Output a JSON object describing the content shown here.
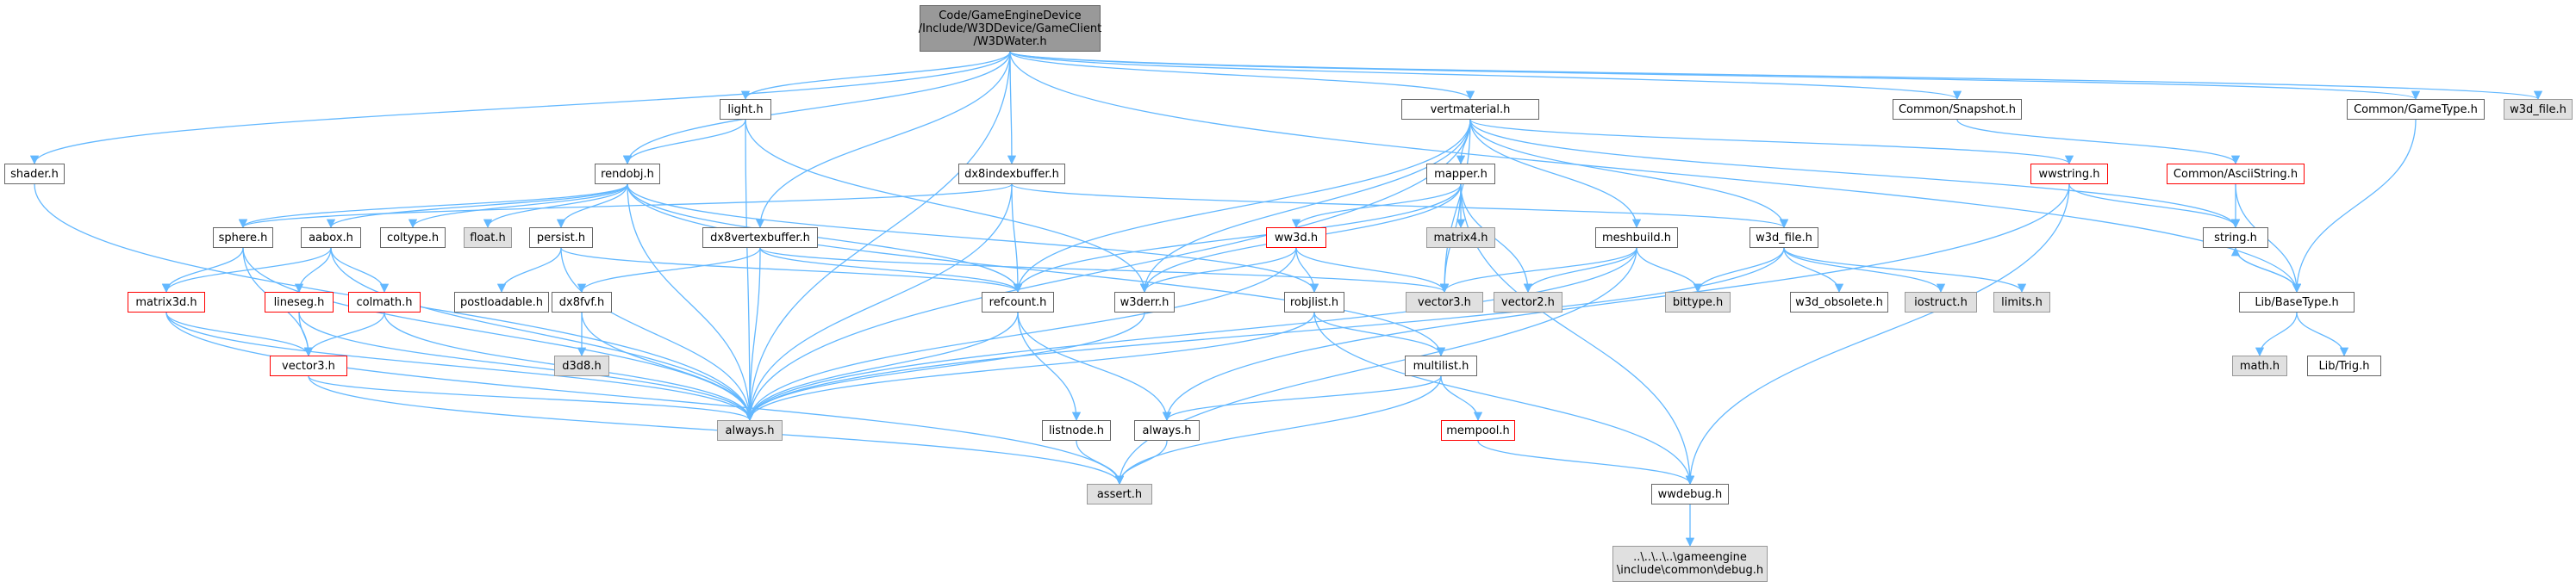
{
  "graph": {
    "colors": {
      "edge": "#63b8ff",
      "box_border": "#666666",
      "missing_fill": "#e0e0e0",
      "truncated_border": "#ff0000",
      "root_fill": "#999999"
    },
    "nodes": {
      "root": "Code/GameEngineDevice\n/Include/W3DDevice/GameClient\n/W3DWater.h",
      "light_h": "light.h",
      "vertmaterial_h": "vertmaterial.h",
      "common_snapshot_h": "Common/Snapshot.h",
      "common_gametype_h": "Common/GameType.h",
      "w3d_file_top": "w3d_file.h",
      "shader_h": "shader.h",
      "rendobj_h": "rendobj.h",
      "dx8indexbuffer_h": "dx8indexbuffer.h",
      "mapper_h": "mapper.h",
      "wwstring_h": "wwstring.h",
      "common_asciistring_h": "Common/AsciiString.h",
      "sphere_h": "sphere.h",
      "aabox_h": "aabox.h",
      "coltype_h": "coltype.h",
      "float_h": "float.h",
      "persist_h": "persist.h",
      "dx8vertexbuffer_h": "dx8vertexbuffer.h",
      "ww3d_h": "ww3d.h",
      "matrix4_h": "matrix4.h",
      "meshbuild_h": "meshbuild.h",
      "w3d_file_h": "w3d_file.h",
      "string_h": "string.h",
      "matrix3d_h": "matrix3d.h",
      "lineseg_h": "lineseg.h",
      "colmath_h": "colmath.h",
      "postloadable_h": "postloadable.h",
      "dx8fvf_h": "dx8fvf.h",
      "refcount_h": "refcount.h",
      "w3derr_h": "w3derr.h",
      "robjlist_h": "robjlist.h",
      "vector3_h": "vector3.h",
      "vector2_h": "vector2.h",
      "bittype_h": "bittype.h",
      "w3d_obsolete_h": "w3d_obsolete.h",
      "iostruct_h": "iostruct.h",
      "limits_h": "limits.h",
      "lib_basetype_h": "Lib/BaseType.h",
      "d3d8_h": "d3d8.h",
      "vector3_red": "vector3.h",
      "multilist_h": "multilist.h",
      "math_h": "math.h",
      "lib_trig_h": "Lib/Trig.h",
      "always_h": "always.h",
      "listnode_h": "listnode.h",
      "always_h2": "always.h",
      "mempool_h": "mempool.h",
      "assert_h": "assert.h",
      "wwdebug_h": "wwdebug.h",
      "debug_h": "..\\..\\..\\..\\gameengine\n\\include\\common\\debug.h"
    }
  }
}
